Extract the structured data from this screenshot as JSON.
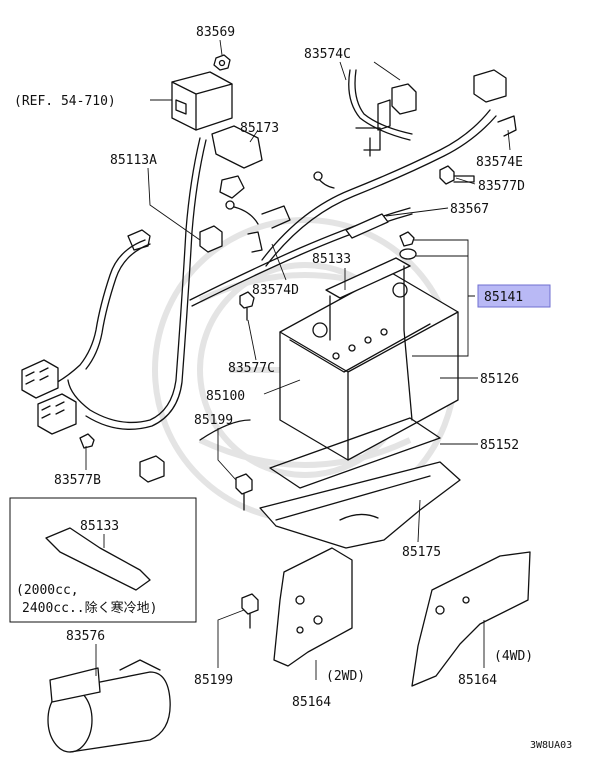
{
  "diagram": {
    "ref_label": "(REF. 54-710)",
    "part_numbers": {
      "p83569": "83569",
      "p83574c": "83574C",
      "p85173": "85173",
      "p85113a": "85113A",
      "p83574e": "83574E",
      "p83577d": "83577D",
      "p83567": "83567",
      "p85133": "85133",
      "p85141": "85141",
      "p83574d": "83574D",
      "p83577c": "83577C",
      "p85126": "85126",
      "p85100": "85100",
      "p85199_top": "85199",
      "p85152": "85152",
      "p83577b": "83577B",
      "p85175": "85175",
      "p85133_inset": "85133",
      "p83576": "83576",
      "p85199_bottom": "85199",
      "p85164_2wd": "85164",
      "p85164_4wd": "85164"
    },
    "inset_note_line1": "(2000cc,",
    "inset_note_line2": "2400cc..除く寒冷地)",
    "tag_2wd": "(2WD)",
    "tag_4wd": "(4WD)",
    "diagram_code": "3W8UA03",
    "highlight_color": "#b9b9f5"
  }
}
